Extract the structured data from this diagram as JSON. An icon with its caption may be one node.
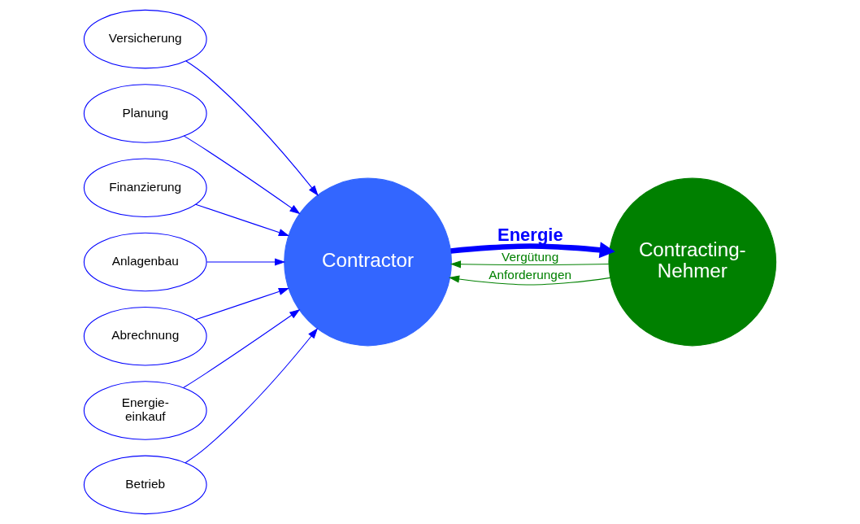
{
  "diagram": {
    "nodes": [
      {
        "text": [
          "Versicherung"
        ]
      },
      {
        "text": [
          "Planung"
        ]
      },
      {
        "text": [
          "Finanzierung"
        ]
      },
      {
        "text": [
          "Anlagenbau"
        ]
      },
      {
        "text": [
          "Abrechnung"
        ]
      },
      {
        "text": [
          "Energie- einkauf"
        ]
      },
      {
        "text": [
          "Betrieb"
        ]
      },
      {
        "text": [
          "Contractor"
        ]
      },
      {
        "text": [
          "Contracting- Nehmer"
        ]
      }
    ],
    "edges": [
      {
        "from": 0,
        "to": 7,
        "arrow": "to"
      },
      {
        "from": 1,
        "to": 7,
        "arrow": "to"
      },
      {
        "from": 2,
        "to": 7,
        "arrow": "to"
      },
      {
        "from": 3,
        "to": 7,
        "arrow": "to"
      },
      {
        "from": 4,
        "to": 7,
        "arrow": "to"
      },
      {
        "from": 5,
        "to": 7,
        "arrow": "to"
      },
      {
        "from": 6,
        "to": 7,
        "arrow": "to"
      },
      {
        "from": 7,
        "to": 8,
        "arrow": "to",
        "label": "Energie",
        "style": "thick"
      },
      {
        "from": 8,
        "to": 7,
        "arrow": "to",
        "label": "Vergütung",
        "color": "#008000"
      },
      {
        "from": 8,
        "to": 7,
        "arrow": "to",
        "label": "Anforderungen",
        "color": "#008000"
      }
    ]
  }
}
